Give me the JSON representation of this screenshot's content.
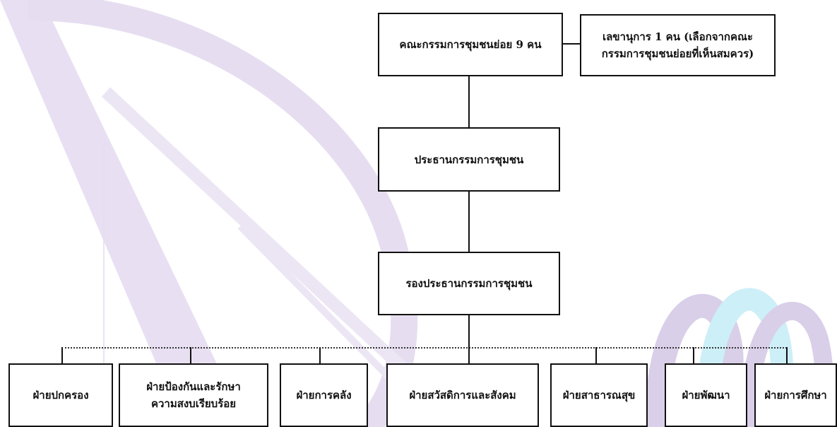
{
  "org_chart": {
    "committee": "คณะกรรมการชุมชนย่อย 9 คน",
    "secretary": [
      "เลขานุการ 1 คน (เลือกจากคณะ",
      "กรรมการชุมชนย่อยที่เห็นสมควร)"
    ],
    "chairman": "ประธานกรรมการชุมชน",
    "vice_chairman": "รองประธานกรรมการชุมชน",
    "departments": [
      "ฝ่ายปกครอง",
      [
        "ฝ่ายป้องกันและรักษา",
        "ความสงบเรียบร้อย"
      ],
      "ฝ่ายการคลัง",
      "ฝ่ายสวัสดิการและสังคม",
      "ฝ่ายสาธารณสุข",
      "ฝ่ายพัฒนา",
      "ฝ่ายการศึกษา"
    ]
  },
  "watermark": {
    "colors": {
      "purple": "#d9cfe9",
      "cyan": "#cdeff7",
      "line": "#e4dcef"
    }
  }
}
